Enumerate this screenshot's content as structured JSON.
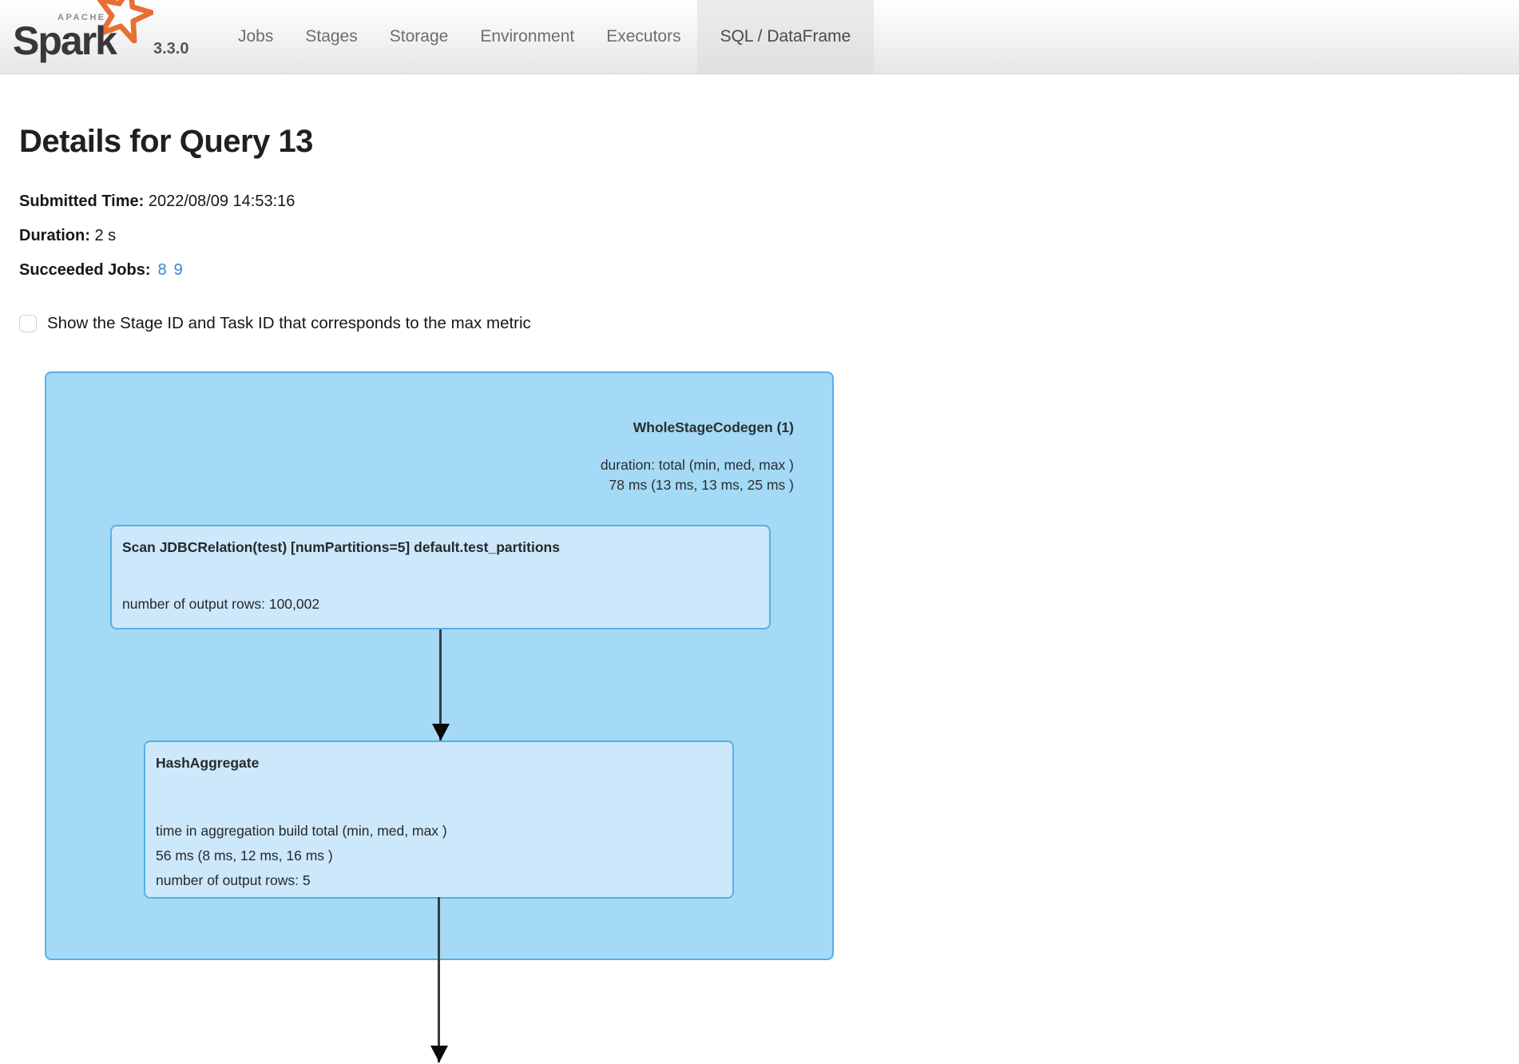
{
  "navbar": {
    "apache_label": "APACHE",
    "brand": "Spark",
    "version": "3.3.0",
    "tabs": [
      {
        "label": "Jobs",
        "active": false
      },
      {
        "label": "Stages",
        "active": false
      },
      {
        "label": "Storage",
        "active": false
      },
      {
        "label": "Environment",
        "active": false
      },
      {
        "label": "Executors",
        "active": false
      },
      {
        "label": "SQL / DataFrame",
        "active": true
      }
    ]
  },
  "page": {
    "title": "Details for Query 13",
    "submitted_label": "Submitted Time:",
    "submitted_value": "2022/08/09 14:53:16",
    "duration_label": "Duration:",
    "duration_value": "2 s",
    "jobs_label": "Succeeded Jobs:",
    "job_links": [
      "8",
      "9"
    ],
    "checkbox_label": "Show the Stage ID and Task ID that corresponds to the max metric"
  },
  "dag": {
    "cluster": {
      "title": "WholeStageCodegen (1)",
      "metric_lines": [
        "duration: total (min, med, max )",
        "78 ms (13 ms, 13 ms, 25 ms )"
      ]
    },
    "nodes": [
      {
        "title": "Scan JDBCRelation(test) [numPartitions=5] default.test_partitions",
        "metrics": [
          "number of output rows: 100,002"
        ]
      },
      {
        "title": "HashAggregate",
        "metrics": [
          "time in aggregation build total (min, med, max )",
          "56 ms (8 ms, 12 ms, 16 ms )",
          "number of output rows: 5"
        ]
      }
    ]
  },
  "colors": {
    "link": "#3b82d6",
    "cluster_fill": "#A4DAF5",
    "node_fill": "#CDE8FA",
    "dag_border": "#55B1E6",
    "arrow_line": "#3a3a3c",
    "arrow_head": "#0a0a0a",
    "star_orange": "#e76f32"
  }
}
